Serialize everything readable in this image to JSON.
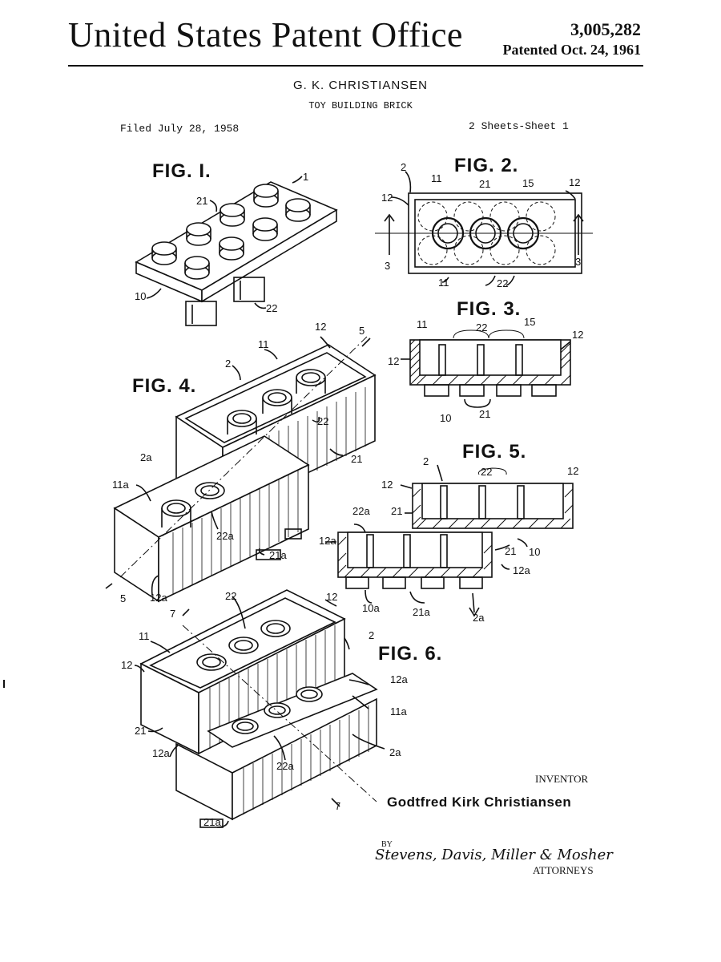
{
  "header": {
    "office": "United States Patent Office",
    "patent_number": "3,005,282",
    "patented_date": "Patented Oct. 24, 1961"
  },
  "inventor_short": "G. K. CHRISTIANSEN",
  "title": "TOY BUILDING BRICK",
  "filed": "Filed July 28, 1958",
  "sheets": "2 Sheets-Sheet 1",
  "figures": {
    "fig1": "FIG. I.",
    "fig2": "FIG. 2.",
    "fig3": "FIG. 3.",
    "fig4": "FIG. 4.",
    "fig5": "FIG. 5.",
    "fig6": "FIG. 6."
  },
  "signature_block": {
    "inventor_caption": "INVENTOR",
    "inventor_name": "Godtfred Kirk Christiansen",
    "by": "BY",
    "attorneys_signature": "Stevens, Davis, Miller & Mosher",
    "attorneys_caption": "ATTORNEYS"
  }
}
